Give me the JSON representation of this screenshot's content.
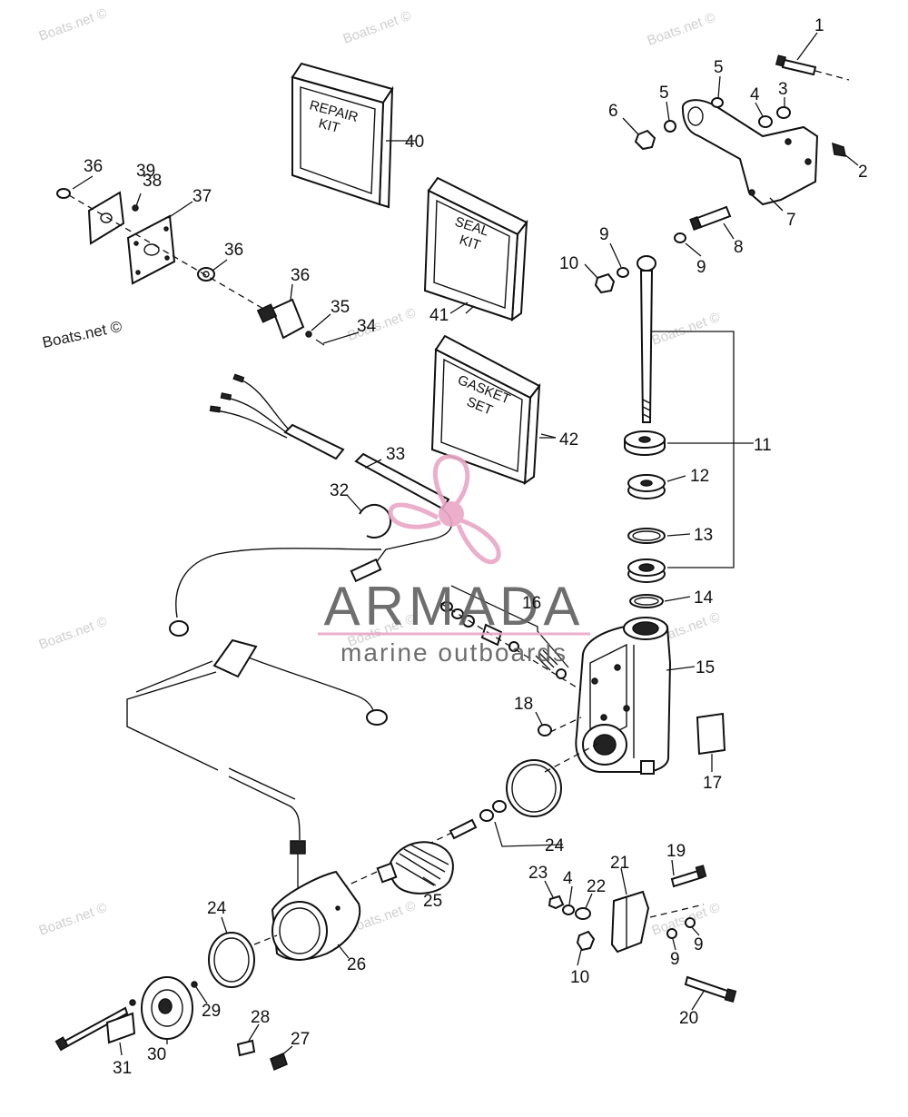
{
  "watermark": {
    "site": "Boats.net ©",
    "brand_name": "ARMADA",
    "brand_tagline": "marine outboards",
    "brand_color": "#e9a6c6",
    "brand_text_color": "#5f5f5f"
  },
  "kits": {
    "repair": [
      "REPAIR",
      "KIT"
    ],
    "seal": [
      "SEAL",
      "KIT"
    ],
    "gasket": [
      "GASKET",
      "SET"
    ]
  },
  "callouts": {
    "c1": "1",
    "c2": "2",
    "c3": "3",
    "c4a": "4",
    "c4b": "4",
    "c5a": "5",
    "c5b": "5",
    "c6": "6",
    "c7": "7",
    "c8": "8",
    "c9a": "9",
    "c9b": "9",
    "c9c": "9",
    "c9d": "9",
    "c10a": "10",
    "c10b": "10",
    "c11": "11",
    "c12": "12",
    "c13": "13",
    "c14": "14",
    "c15": "15",
    "c16": "16",
    "c17": "17",
    "c18": "18",
    "c19": "19",
    "c20": "20",
    "c21": "21",
    "c22": "22",
    "c23": "23",
    "c24a": "24",
    "c24b": "24",
    "c25": "25",
    "c26": "26",
    "c27": "27",
    "c28": "28",
    "c29": "29",
    "c30": "30",
    "c31": "31",
    "c32": "32",
    "c33": "33",
    "c34": "34",
    "c35": "35",
    "c36a": "36",
    "c36b": "36",
    "c36c": "36",
    "c37": "37",
    "c38": "38",
    "c39": "39",
    "c40": "40",
    "c41": "41",
    "c42": "42"
  }
}
